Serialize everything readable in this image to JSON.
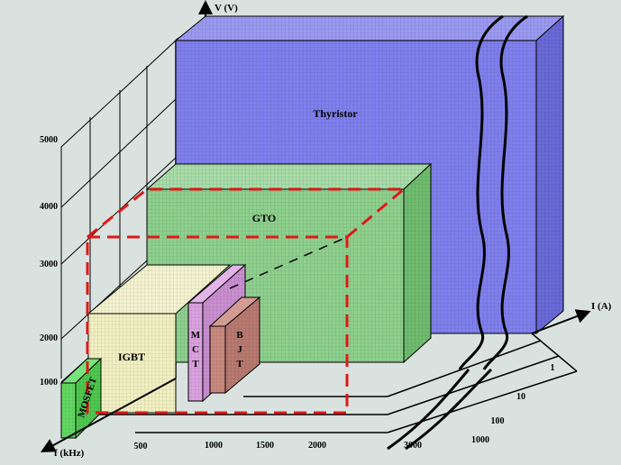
{
  "axes": {
    "v_label": "V (V)",
    "i_label": "I (A)",
    "f_label": "f (kHz)",
    "v_ticks": [
      "5000",
      "4000",
      "3000",
      "2000",
      "1000"
    ],
    "f_ticks": [
      "500",
      "1000",
      "1500",
      "2000",
      "3000"
    ],
    "i_ticks": [
      "1",
      "10",
      "100",
      "1000"
    ]
  },
  "devices": {
    "thyristor": "Thyristor",
    "gto": "GTO",
    "igbt": "IGBT",
    "mct": "M\nC\nT",
    "bjt": "B\nJ\nT",
    "mosfet": "MOSFET"
  },
  "colors": {
    "thyristor": "#8080ee",
    "gto": "#8ed08e",
    "igbt": "#f2f0c2",
    "mct": "#dba2e0",
    "bjt": "#c98a80",
    "mosfet": "#63d863",
    "dashed_box": "#e01818",
    "background": "#d9e2de"
  }
}
